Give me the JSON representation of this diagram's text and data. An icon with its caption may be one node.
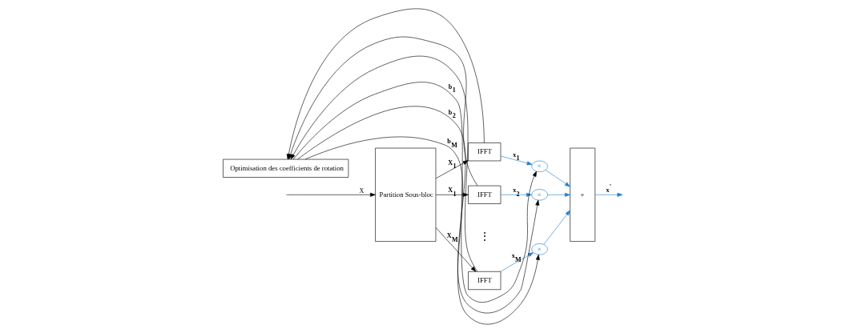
{
  "diagram": {
    "nodes": [
      {
        "text": [
          "Partition Sous-bloc"
        ]
      },
      {
        "text": [
          "IFFT"
        ]
      },
      {
        "text": [
          "IFFT"
        ]
      },
      {
        "text": [
          "IFFT"
        ]
      },
      {
        "text": [
          "×"
        ]
      },
      {
        "text": [
          "×"
        ]
      },
      {
        "text": [
          "×"
        ]
      },
      {
        "text": [
          "+"
        ]
      },
      {
        "text": [
          "Optimisation des coefficients de rotation"
        ]
      }
    ],
    "edges": [
      {
        "from": null,
        "to": 0,
        "arrow": "to",
        "label": "X"
      },
      {
        "from": 0,
        "to": 1,
        "arrow": "to",
        "label": "**X$_{1}$**"
      },
      {
        "from": 0,
        "to": 2,
        "arrow": "to",
        "label": "**X$_{1}$**"
      },
      {
        "from": 0,
        "to": 3,
        "arrow": "to",
        "label": "**X$_{M}$**"
      },
      {
        "from": 1,
        "to": 4,
        "arrow": "to",
        "label": "**x$_{1}$**",
        "color": "#1f7fcf"
      },
      {
        "from": 2,
        "to": 5,
        "arrow": "to",
        "label": "**x$_{2}$**",
        "color": "#1f7fcf"
      },
      {
        "from": 3,
        "to": 6,
        "arrow": "to",
        "label": "**x$_{M}$**",
        "color": "#1f7fcf"
      },
      {
        "from": 1,
        "to": 8,
        "arrow": "to"
      },
      {
        "from": 2,
        "to": 8,
        "arrow": "to"
      },
      {
        "from": 3,
        "to": 8,
        "arrow": "to"
      },
      {
        "from": 8,
        "to": 4,
        "arrow": "to",
        "label": "**b$_{1}$**"
      },
      {
        "from": 8,
        "to": 5,
        "arrow": "to",
        "label": "**b$_{2}$**"
      },
      {
        "from": 8,
        "to": 6,
        "arrow": "to",
        "label": "**b$_{M}$**"
      },
      {
        "from": 4,
        "to": 7,
        "arrow": "to",
        "color": "#1f7fcf"
      },
      {
        "from": 5,
        "to": 7,
        "arrow": "to",
        "color": "#1f7fcf"
      },
      {
        "from": 6,
        "to": 7,
        "arrow": "to",
        "color": "#1f7fcf"
      },
      {
        "from": 7,
        "to": null,
        "arrow": "to",
        "label": "**x$^{'}$**",
        "color": "#1f7fcf"
      }
    ],
    "labels": [
      "⋮"
    ]
  }
}
